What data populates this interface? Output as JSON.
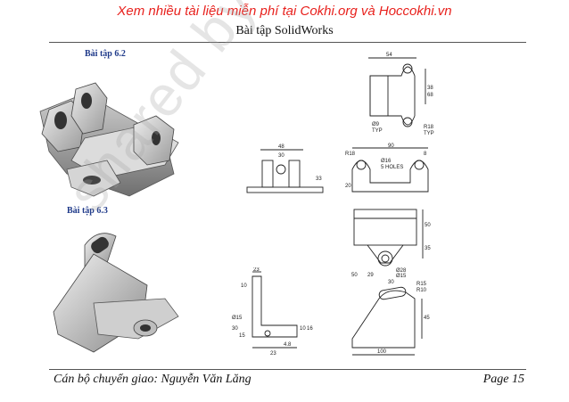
{
  "header": {
    "banner": "Xem nhiều tài liệu miễn phí tại Cokhi.org và Hoccokhi.vn",
    "title": "Bài tập SolidWorks"
  },
  "exercises": [
    {
      "label": "Bài tập 6.2"
    },
    {
      "label": "Bài tập 6.3"
    }
  ],
  "drawing_62": {
    "top_view": {
      "d1": "54",
      "d2": "38",
      "d3": "68",
      "d4": "Ø9",
      "d4b": "TYP",
      "d5": "R18",
      "d5b": "TYP"
    },
    "front_view": {
      "d1": "48",
      "d2": "30",
      "d3": "33"
    },
    "side_view": {
      "d1": "90",
      "d2": "R18",
      "d3": "8",
      "d4": "Ø16",
      "d5": "5 HOLES",
      "d6": "20"
    }
  },
  "drawing_63": {
    "top_view": {
      "d1": "50",
      "d2": "35",
      "d3": "29",
      "d4": "50",
      "d5": "Ø28",
      "d6": "Ø15"
    },
    "side_view": {
      "d1": "23",
      "d2": "10",
      "d3": "Ø15",
      "d4": "30",
      "d5": "15",
      "d6": "10",
      "d7": "16",
      "d8": "4.8",
      "d9": "23"
    },
    "front_view": {
      "d1": "30",
      "d2": "R15",
      "d3": "R10",
      "d4": "45",
      "d5": "100"
    }
  },
  "footer": {
    "author": "Cán bộ chuyển giao: Nguyễn Văn Lăng",
    "page": "Page 15"
  },
  "watermark": "shared by cokhi.org"
}
